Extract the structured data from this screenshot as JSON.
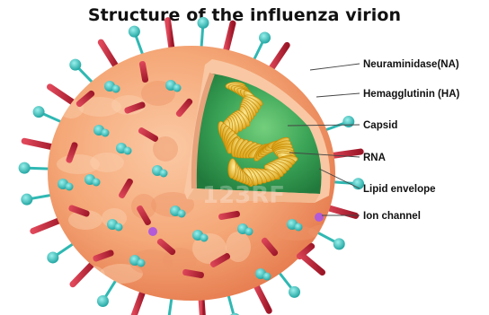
{
  "title": "Structure of the influenza virion",
  "labels": [
    {
      "id": "neuraminidase",
      "text": "Neuraminidase(NA)"
    },
    {
      "id": "hemagglutinin",
      "text": "Hemagglutinin (HA)"
    },
    {
      "id": "capsid",
      "text": "Capsid"
    },
    {
      "id": "rna",
      "text": "RNA"
    },
    {
      "id": "lipid-envelope",
      "text": "Lipid envelope"
    },
    {
      "id": "ion-channel",
      "text": "Ion channel"
    }
  ],
  "colors": {
    "envelope": "#f5a878",
    "envelope_shadow": "#e9865a",
    "neuraminidase": "#3cc8c4",
    "hemagglutinin": "#c8283c",
    "capsid": "#3aa356",
    "rna": "#f4c81e",
    "ion_channel": "#b25ad8"
  },
  "watermark": "123RF"
}
